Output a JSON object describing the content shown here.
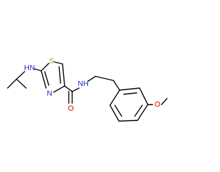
{
  "molecule": {
    "atom_labels": {
      "amine_nh": "HN",
      "ring_n": "N",
      "ring_s": "S",
      "amide_nh": "NH",
      "carbonyl_o": "O",
      "ether_o": "O"
    },
    "colors": {
      "nitrogen": "#1f2bd6",
      "sulfur": "#b59b00",
      "oxygen": "#e00000",
      "bond": "#000000"
    }
  }
}
